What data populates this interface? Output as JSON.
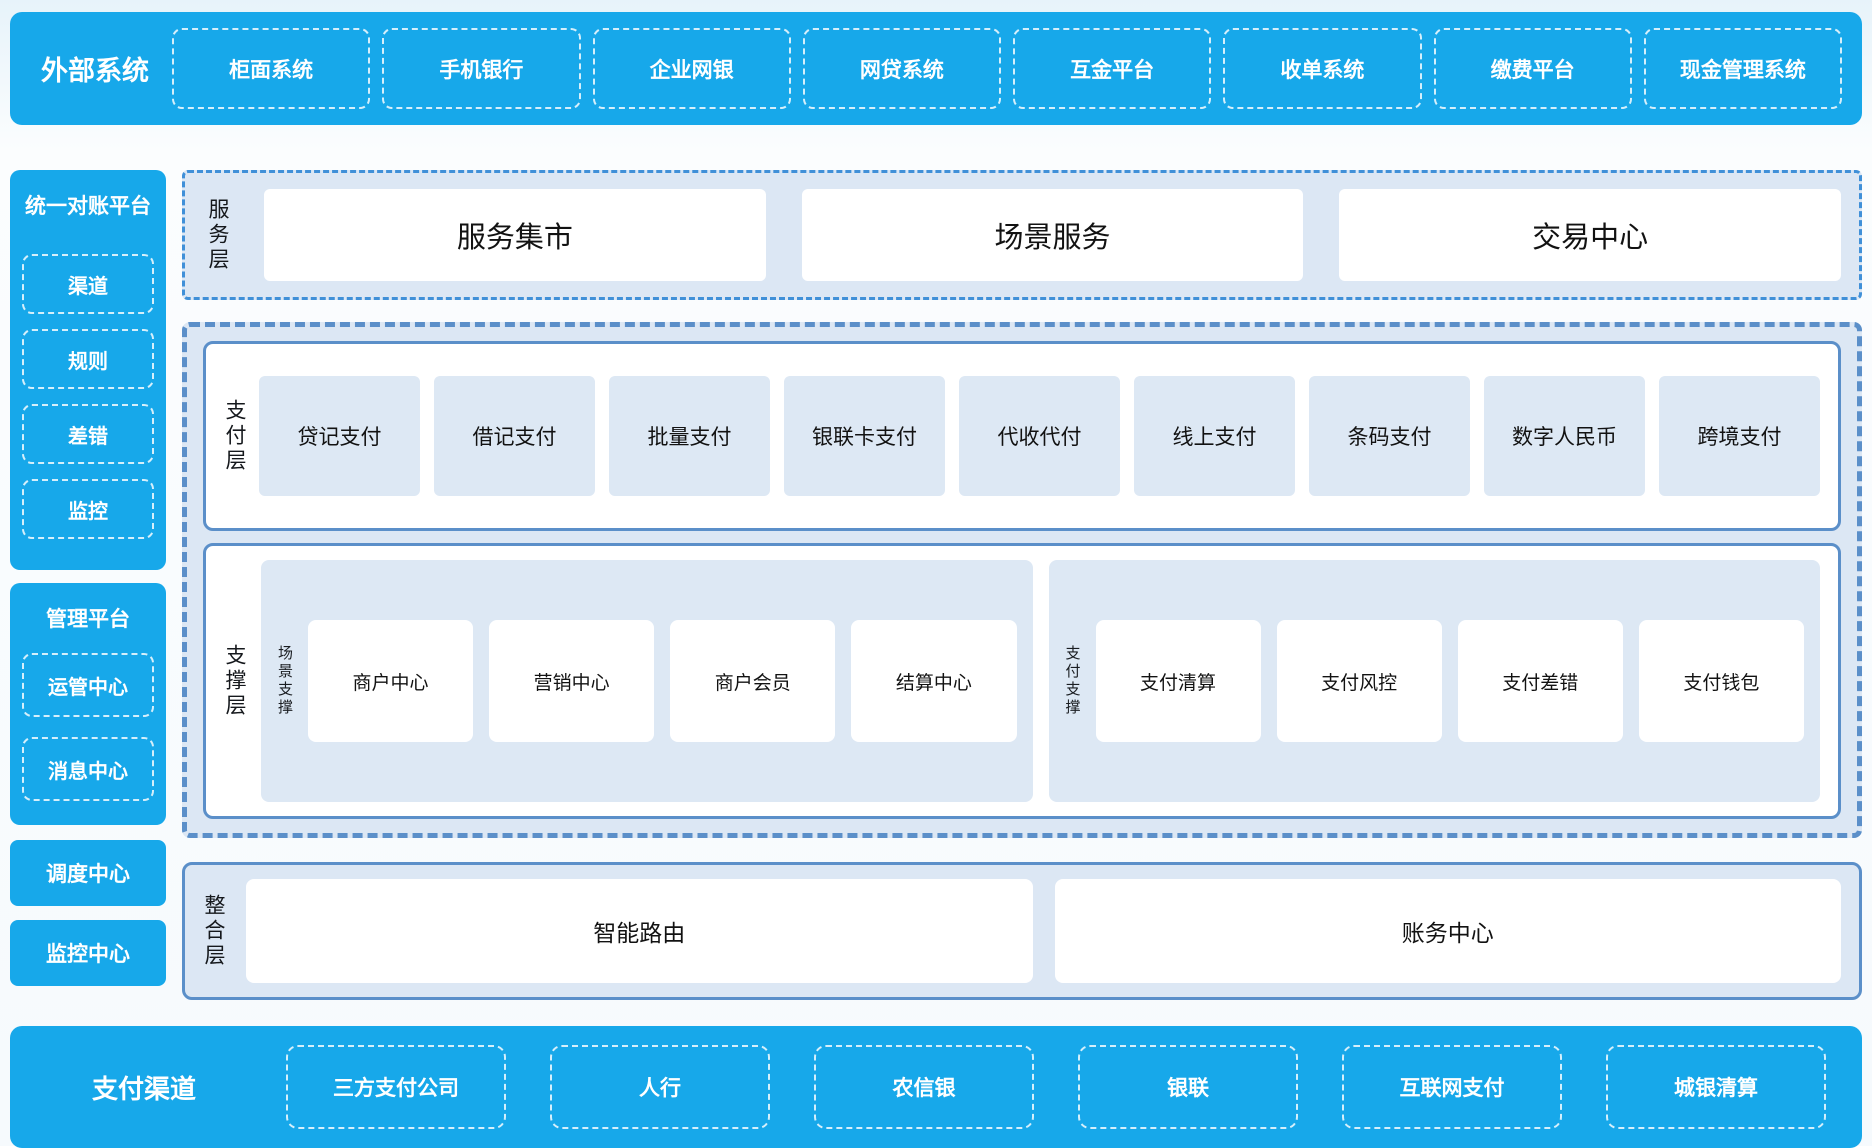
{
  "colors": {
    "brand_blue": "#17a8ea",
    "panel_light_bg": "#dce7f4",
    "solid_border_blue": "#5b8fc9",
    "dashdot_border_blue": "#4090d8",
    "item_box_bg": "#dde8f4",
    "text_dark": "#121212"
  },
  "top_bar": {
    "label": "外部系统",
    "items": [
      "柜面系统",
      "手机银行",
      "企业网银",
      "网贷系统",
      "互金平台",
      "收单系统",
      "缴费平台",
      "现金管理系统"
    ]
  },
  "sidebar": {
    "reconciliation": {
      "title": "统一对账平台",
      "items": [
        "渠道",
        "规则",
        "差错",
        "监控"
      ]
    },
    "management": {
      "title": "管理平台",
      "items": [
        "运管中心",
        "消息中心"
      ]
    },
    "blocks": [
      "调度中心",
      "监控中心"
    ]
  },
  "layers": {
    "service": {
      "label": "服务层",
      "items": [
        "服务集市",
        "场景服务",
        "交易中心"
      ]
    },
    "payment": {
      "label": "支付层",
      "items": [
        "贷记支付",
        "借记支付",
        "批量支付",
        "银联卡支付",
        "代收代付",
        "线上支付",
        "条码支付",
        "数字人民币",
        "跨境支付"
      ]
    },
    "support": {
      "label": "支撑层",
      "groups": [
        {
          "label": "场景支撑",
          "items": [
            "商户中心",
            "营销中心",
            "商户会员",
            "结算中心"
          ]
        },
        {
          "label": "支付支撑",
          "items": [
            "支付清算",
            "支付风控",
            "支付差错",
            "支付钱包"
          ]
        }
      ]
    },
    "integration": {
      "label": "整合层",
      "items": [
        "智能路由",
        "账务中心"
      ]
    }
  },
  "bottom_bar": {
    "label": "支付渠道",
    "items": [
      "三方支付公司",
      "人行",
      "农信银",
      "银联",
      "互联网支付",
      "城银清算"
    ]
  }
}
